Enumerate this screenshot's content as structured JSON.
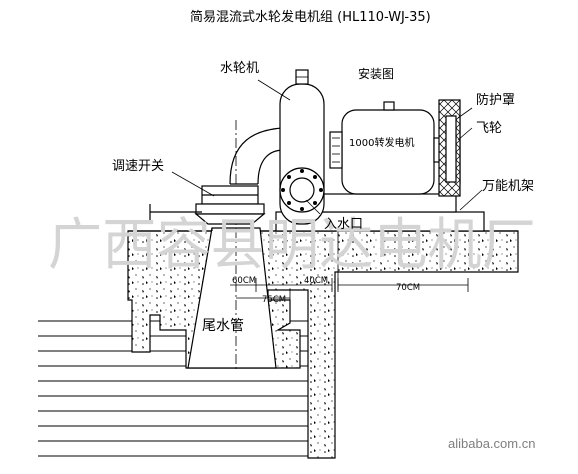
{
  "title": "简易混流式水轮发电机组 (HL110-WJ-35)",
  "labels": {
    "turbine": "水轮机",
    "install_diagram": "安装图",
    "protective_cover": "防护罩",
    "flywheel": "飞轮",
    "speed_switch": "调速开关",
    "generator": "1000转发电机",
    "universal_frame": "万能机架",
    "water_inlet": "入水口",
    "draft_tube": "尾水管"
  },
  "dimensions": {
    "d1": "60CM",
    "d2": "40CM",
    "d3": "75CM",
    "d4": "70CM"
  },
  "watermark": {
    "company": "广西容县明达电机厂",
    "site": "alibaba.com.cn"
  }
}
